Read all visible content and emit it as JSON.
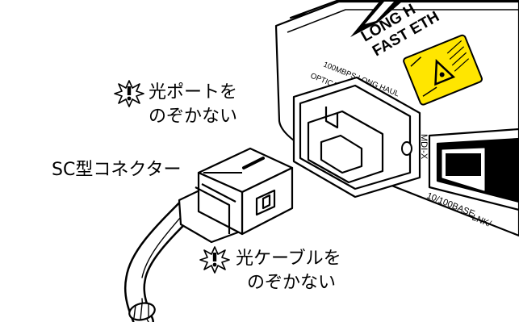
{
  "device": {
    "brand_line_1": "LONG H",
    "brand_line_2": "FAST ETH",
    "port_label_line_1": "100MBPS LONG HAUL",
    "port_label_line_2": "OPTICAL FIBER INTERFACE",
    "mdix_label": "MDI-X",
    "rj45_label": "10/100BASE",
    "lnk_label": "LNK/",
    "laser_warning_label": "laser-warning-label"
  },
  "callouts": {
    "optical_port_line_1": "光ポートを",
    "optical_port_line_2": "のぞかない",
    "connector": "SC型コネクター",
    "optical_cable_line_1": "光ケーブルを",
    "optical_cable_line_2": "のぞかない"
  },
  "colors": {
    "line": "#000000",
    "fill": "#ffffff",
    "warning_label": "#ffe600"
  }
}
